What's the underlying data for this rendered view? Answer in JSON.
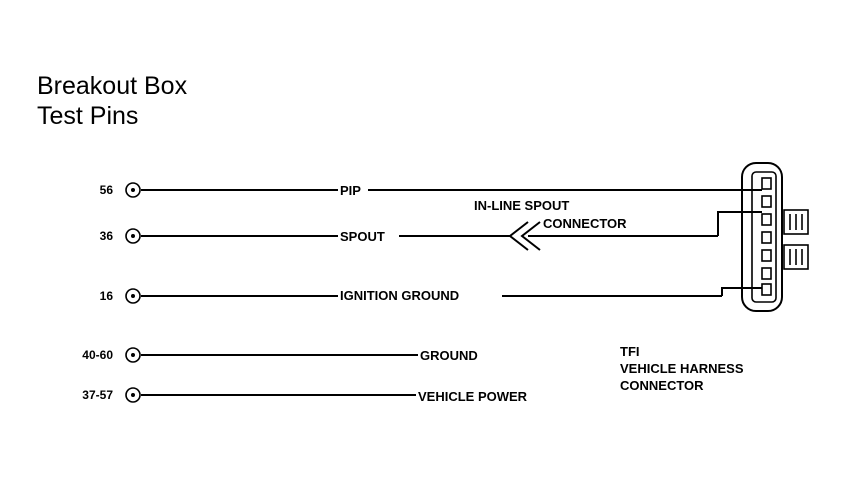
{
  "title": {
    "line1": "Breakout Box",
    "line2": "Test Pins"
  },
  "pins": [
    {
      "number": "56",
      "signal": "PIP"
    },
    {
      "number": "36",
      "signal": "SPOUT"
    },
    {
      "number": "16",
      "signal": "IGNITION GROUND"
    },
    {
      "number": "40-60",
      "signal": "GROUND"
    },
    {
      "number": "37-57",
      "signal": "VEHICLE POWER"
    }
  ],
  "spout_connector": {
    "line1": "IN-LINE SPOUT",
    "line2": "CONNECTOR"
  },
  "harness_connector": {
    "line1": "TFI",
    "line2": "VEHICLE HARNESS",
    "line3": "CONNECTOR"
  }
}
